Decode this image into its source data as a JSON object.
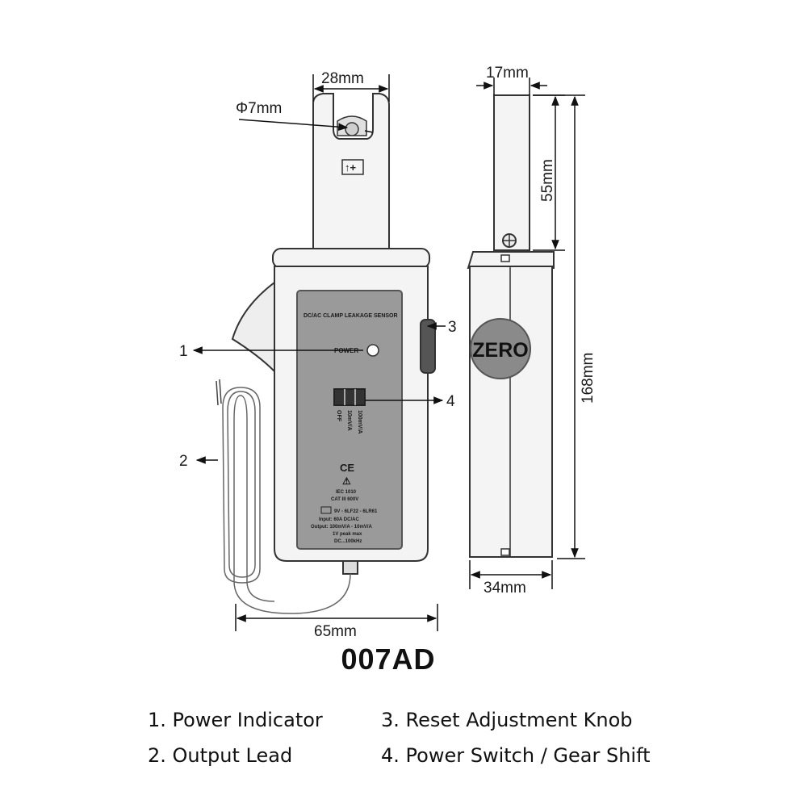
{
  "dimensions": {
    "jaw_width": "28mm",
    "jaw_hole": "Φ7mm",
    "side_thickness": "17mm",
    "jaw_length": "55mm",
    "total_length": "168mm",
    "body_width": "65mm",
    "body_depth": "34mm"
  },
  "model": "007AD",
  "device": {
    "arrow_mark": "↑+",
    "panel_title": "DC/AC CLAMP LEAKAGE SENSOR",
    "power_label": "POWER",
    "switch_labels": [
      "OFF",
      "10mV/A",
      "100mV/A"
    ],
    "ce_mark": "CE",
    "warning_mark": "⚠",
    "standard": "IEC 1010",
    "category": "CAT III 600V",
    "battery": "9V - 6LF22 - 6LR61",
    "input": "Input: 60A DC/AC",
    "output": "Output: 100mV/A - 10mV/A",
    "peak": "1V peak max",
    "freq": "DC...100kHz",
    "zero_label": "ZERO"
  },
  "callouts": [
    "1",
    "2",
    "3",
    "4"
  ],
  "legend": {
    "item1": "1. Power Indicator",
    "item2": "2. Output Lead",
    "item3": "3. Reset Adjustment Knob",
    "item4": "4. Power Switch / Gear Shift"
  },
  "colors": {
    "body": "#f4f4f4",
    "outline": "#333333",
    "panel": "#9a9a9a",
    "zero_knob": "#8a8a8a"
  }
}
